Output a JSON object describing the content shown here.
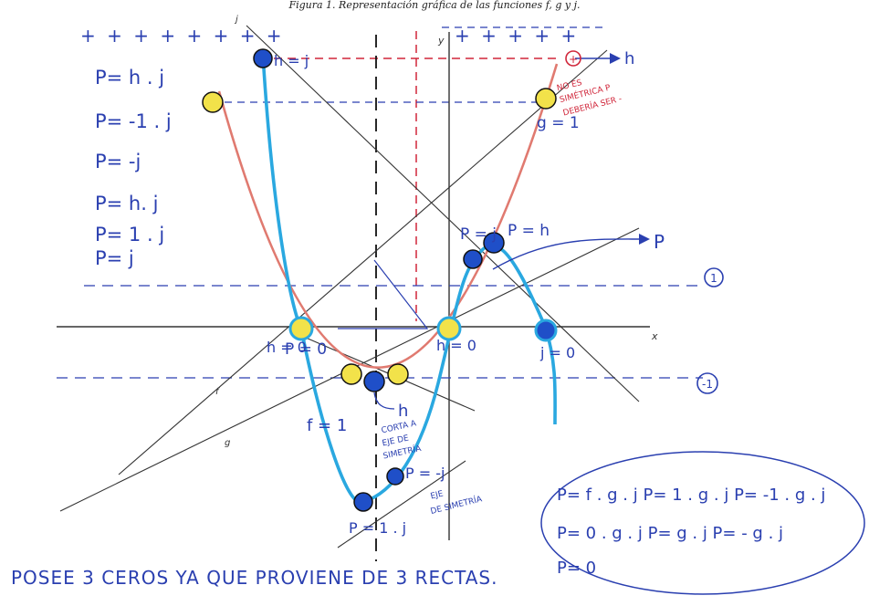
{
  "caption": "Figura 1. Representación gráfica de las funciones f, g y j.",
  "axis_labels": {
    "x_top": "x",
    "x_side": "x",
    "y_top": "y"
  },
  "signs": {
    "plus_left": "+ + + + + + + +",
    "plus_right": "+ + + + +"
  },
  "curve_labels": {
    "f": "f",
    "g": "g",
    "h": "h",
    "j": "j",
    "P": "P"
  },
  "left_notes": [
    "P= h . j",
    "P= -1 . j",
    "P= -j",
    "P= h. j",
    "P= 1 . j",
    "P= j"
  ],
  "point_labels": {
    "top_h_j": "h = j",
    "top_right_g": "g = 1",
    "mid_pj": "P = j",
    "mid_ph": "P = h",
    "p0": "P = 0",
    "h0_left": "h = 0",
    "h0_right": "h = 0",
    "j0": "j = 0",
    "f1": "f = 1",
    "p_minus_j": "P = -j",
    "p_1j": "P = 1 . j"
  },
  "red_note": [
    "NO ES",
    "SIMÉTRICA P",
    "DEBERÍA SER -"
  ],
  "markers": {
    "plus": "+",
    "minus": "-"
  },
  "horizontal_marks": {
    "upper": "1",
    "lower": "-1"
  },
  "small_labels": {
    "one_axis": "1",
    "one_top": "1",
    "neg_one": "-1"
  },
  "h_arrow_label": "h",
  "notes_cut": [
    "CORTA A",
    "EJE DE",
    "SIMETRÍA"
  ],
  "notes_eje": [
    "EJE",
    "DE SIMETRÍA"
  ],
  "ellipse_lines": [
    "P= f . g . j    P= 1 . g . j    P= -1 . g . j",
    "P= 0 . g . j      P= g . j      P= - g . j",
    "P= 0"
  ],
  "bottom_text": "POSEE 3 CEROS YA QUE PROVIENE DE 3 RECTAS.",
  "colors": {
    "ink": "#2a3fb0",
    "red": "#d0263a",
    "cyan": "#2aa8e0",
    "dark": "#333333",
    "yellow": "#f2e24a",
    "blue_dot": "#1f4fc8"
  }
}
